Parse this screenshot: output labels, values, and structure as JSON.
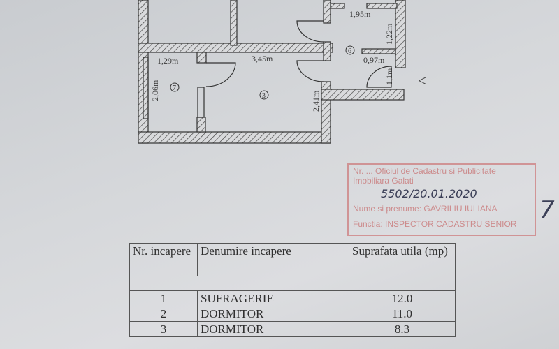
{
  "plan": {
    "dimensions": [
      "1,29m",
      "2,06m",
      "3,45m",
      "2,41m",
      "1,95m",
      "1,22m",
      "0,97m",
      "1,1m"
    ],
    "room_markers": [
      "7",
      "3",
      "6"
    ],
    "arrow": "<"
  },
  "stamp": {
    "line1": "Nr. ... Oficiul de Cadastru si Publicitate Imobiliara Galati",
    "line2": "Nume si prenume: GAVRILIU IULIANA",
    "line3": "Functia: INSPECTOR CADASTRU SENIOR",
    "handwritten_number": "5502/20.01.2020",
    "signature": "7"
  },
  "table": {
    "headers": [
      "Nr. incapere",
      "Denumire incapere",
      "Suprafata utila (mp)"
    ],
    "rows": [
      {
        "nr": "1",
        "name": "SUFRAGERIE",
        "area": "12.0"
      },
      {
        "nr": "2",
        "name": "DORMITOR",
        "area": "11.0"
      },
      {
        "nr": "3",
        "name": "DORMITOR",
        "area": "8.3"
      }
    ]
  }
}
